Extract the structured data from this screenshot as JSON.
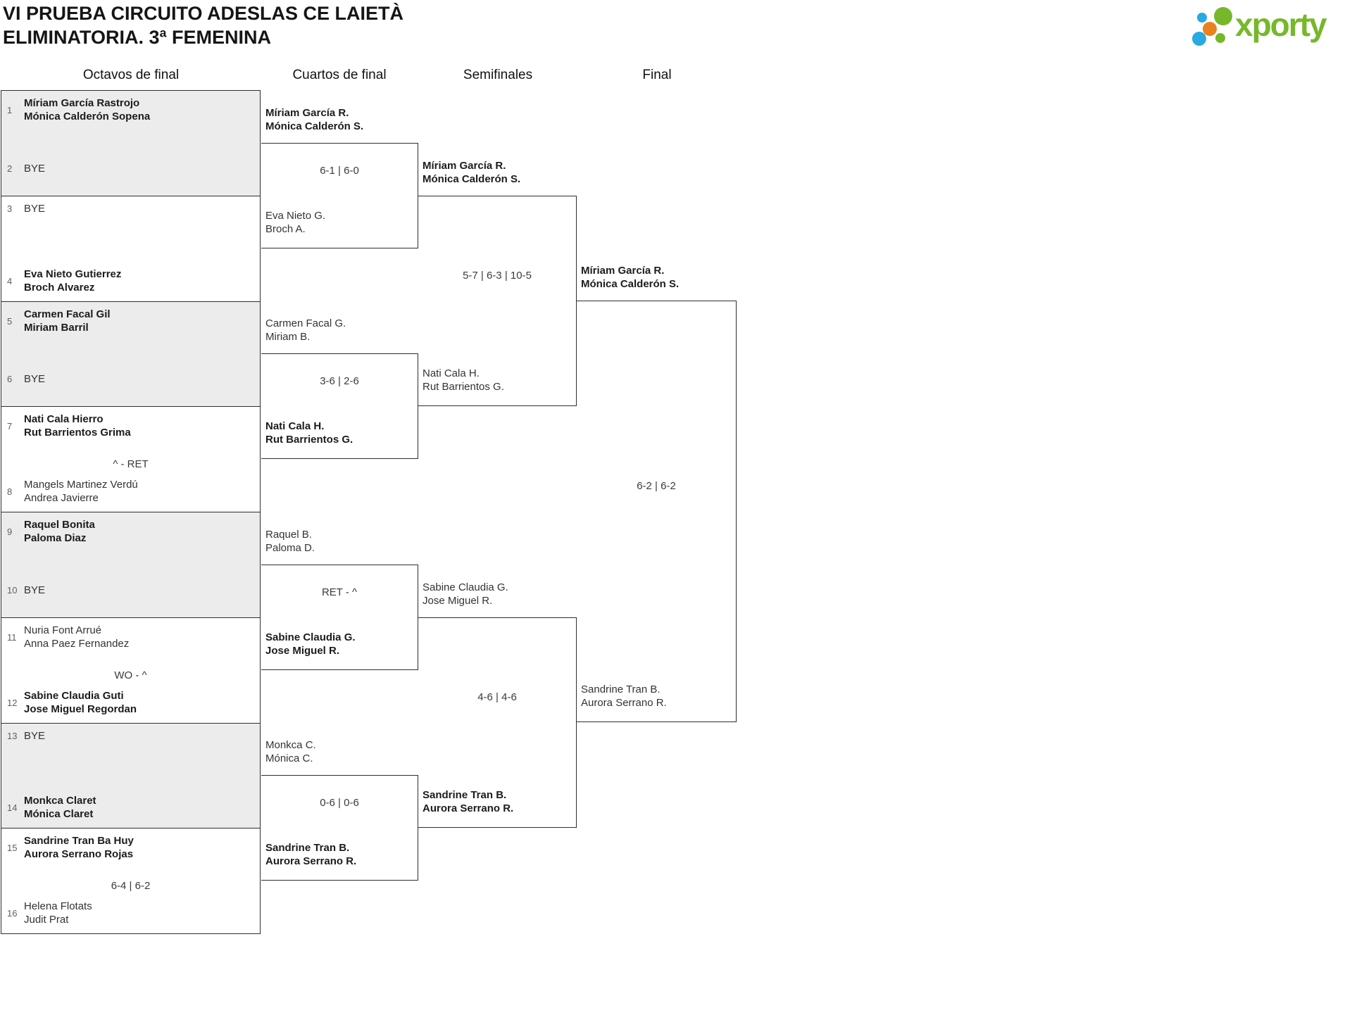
{
  "title": {
    "line1": "VI PRUEBA CIRCUITO ADESLAS CE LAIETÀ",
    "line2": "ELIMINATORIA. 3ª FEMENINA"
  },
  "logo": {
    "text": "xporty",
    "green": "#76b82a",
    "blue": "#29a9e1",
    "orange": "#e8821e"
  },
  "colors": {
    "bracket_border": "#2e2e2e",
    "gray_match_bg": "#ececec",
    "seed_gray": "#606060"
  },
  "rounds": {
    "r16": "Octavos de final",
    "qf": "Cuartos de final",
    "sf": "Semifinales",
    "f": "Final"
  },
  "octavos": [
    {
      "seed1": "1",
      "team1": {
        "line1": "Míriam García Rastrojo",
        "line2": "Mónica Calderón Sopena"
      },
      "seed2": "2",
      "team2": {
        "line1": "BYE"
      },
      "score": ""
    },
    {
      "seed1": "3",
      "team1": {
        "line1": "BYE"
      },
      "seed2": "4",
      "team2": {
        "line1": "Eva Nieto Gutierrez",
        "line2": "Broch Alvarez"
      },
      "score": ""
    },
    {
      "seed1": "5",
      "team1": {
        "line1": "Carmen Facal Gil",
        "line2": "Miriam Barril"
      },
      "seed2": "6",
      "team2": {
        "line1": "BYE"
      },
      "score": ""
    },
    {
      "seed1": "7",
      "team1": {
        "line1": "Nati Cala Hierro",
        "line2": "Rut Barrientos Grima"
      },
      "seed2": "8",
      "team2": {
        "line1": "Mangels Martinez Verdú",
        "line2": "Andrea Javierre"
      },
      "score": "^ - RET"
    },
    {
      "seed1": "9",
      "team1": {
        "line1": "Raquel Bonita",
        "line2": "Paloma Diaz"
      },
      "seed2": "10",
      "team2": {
        "line1": "BYE"
      },
      "score": ""
    },
    {
      "seed1": "11",
      "team1": {
        "line1": "Nuria Font Arrué",
        "line2": "Anna Paez Fernandez"
      },
      "seed2": "12",
      "team2": {
        "line1": "Sabine Claudia Guti",
        "line2": "Jose Miguel Regordan"
      },
      "score": "WO - ^"
    },
    {
      "seed1": "13",
      "team1": {
        "line1": "BYE"
      },
      "seed2": "14",
      "team2": {
        "line1": "Monkca Claret",
        "line2": "Mónica Claret"
      },
      "score": ""
    },
    {
      "seed1": "15",
      "team1": {
        "line1": "Sandrine Tran Ba Huy",
        "line2": "Aurora Serrano Rojas"
      },
      "seed2": "16",
      "team2": {
        "line1": "Helena Flotats",
        "line2": "Judit Prat"
      },
      "score": "6-4 | 6-2"
    }
  ],
  "cuartos": [
    {
      "team1": {
        "line1": "Míriam García R.",
        "line2": "Mónica Calderón S."
      },
      "team2": {
        "line1": "Eva Nieto G.",
        "line2": "Broch A."
      },
      "score": "6-1 | 6-0"
    },
    {
      "team1": {
        "line1": "Carmen Facal G.",
        "line2": "Miriam B."
      },
      "team2": {
        "line1": "Nati Cala H.",
        "line2": "Rut Barrientos G."
      },
      "score": "3-6 | 2-6"
    },
    {
      "team1": {
        "line1": "Raquel B.",
        "line2": "Paloma D."
      },
      "team2": {
        "line1": "Sabine Claudia G.",
        "line2": "Jose Miguel R."
      },
      "score": "RET - ^"
    },
    {
      "team1": {
        "line1": "Monkca C.",
        "line2": "Mónica C."
      },
      "team2": {
        "line1": "Sandrine Tran B.",
        "line2": "Aurora Serrano R."
      },
      "score": "0-6 | 0-6"
    }
  ],
  "semifinales": [
    {
      "team1": {
        "line1": "Míriam García R.",
        "line2": "Mónica Calderón S."
      },
      "team2": {
        "line1": "Nati Cala H.",
        "line2": "Rut Barrientos G."
      },
      "score": "5-7 | 6-3 | 10-5"
    },
    {
      "team1": {
        "line1": "Sabine Claudia G.",
        "line2": "Jose Miguel R."
      },
      "team2": {
        "line1": "Sandrine Tran B.",
        "line2": "Aurora Serrano R."
      },
      "score": "4-6 | 4-6"
    }
  ],
  "final": {
    "team1": {
      "line1": "Míriam García R.",
      "line2": "Mónica Calderón S."
    },
    "team2": {
      "line1": "Sandrine Tran B.",
      "line2": "Aurora Serrano R."
    },
    "score": "6-2 | 6-2"
  }
}
